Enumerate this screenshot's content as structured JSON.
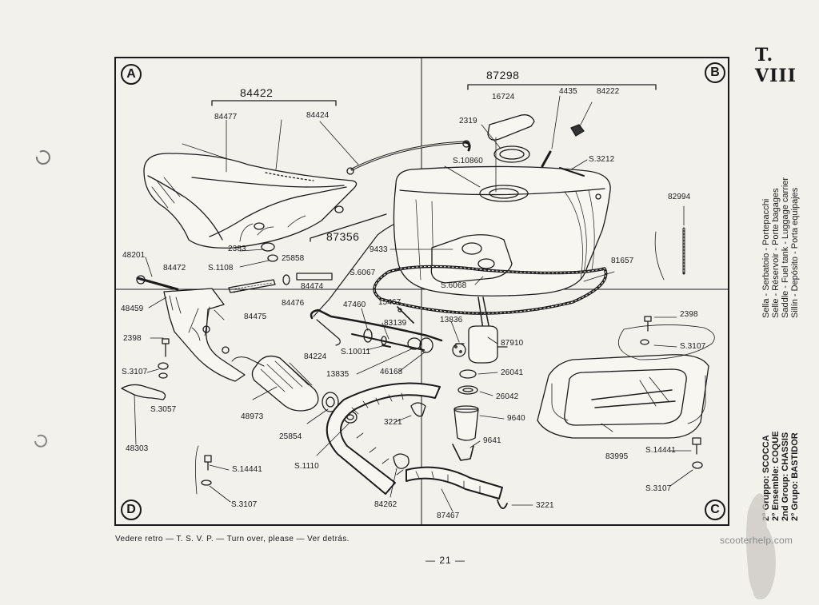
{
  "plate": {
    "title": "T. VIII",
    "footer": "Vedere retro — T. S. V. P. — Turn over, please — Ver detrás.",
    "page_number": "— 21 —",
    "watermark": "scooterhelp.com",
    "description_lines": [
      "Sella - Serbatoio - Portepacchi",
      "Selle - Réservoir - Porte bagages",
      "Saddle - Fuel tank - Luggage carrier",
      "Sillín - Depósito - Porta equipajes"
    ],
    "group_lines": [
      "2° Gruppo: SCOCCA",
      "2° Ensemble: COQUE",
      "2nd Group: CHASSIS",
      "2° Grupo: BASTIDOR"
    ]
  },
  "quadrants": {
    "a": "A",
    "b": "B",
    "c": "C",
    "d": "D"
  },
  "group_headers": {
    "saddle": "84422",
    "tank": "87298",
    "carrier_frame": "87356"
  },
  "parts": {
    "p84477": "84477",
    "p84424": "84424",
    "p2383": "2383",
    "p25858": "25858",
    "pS1108": "S.1108",
    "p48201": "48201",
    "p84472": "84472",
    "p48459": "48459",
    "p84474": "84474",
    "p84476": "84476",
    "p84475": "84475",
    "p2398a": "2398",
    "pS3107a": "S.3107",
    "pS3057": "S.3057",
    "p48303": "48303",
    "p48973": "48973",
    "p25854": "25854",
    "pS1110": "S.1110",
    "pS14441a": "S.14441",
    "pS3107b": "S.3107",
    "p16724": "16724",
    "p4435": "4435",
    "p84222": "84222",
    "p2319": "2319",
    "pS10860": "S.10860",
    "pS3212": "S.3212",
    "p82994": "82994",
    "p9433": "9433",
    "pS6067": "S.6067",
    "p81657": "81657",
    "pS6068": "S.6068",
    "p47460": "47460",
    "p15467": "15467",
    "p83139": "83139",
    "p13836": "13836",
    "pS10011": "S.10011",
    "p84224": "84224",
    "p13835": "13835",
    "p46168": "46168",
    "p87910": "87910",
    "p26041": "26041",
    "p26042": "26042",
    "p3221a": "3221",
    "p9640": "9640",
    "p9641": "9641",
    "p84262": "84262",
    "p87467": "87467",
    "p3221b": "3221",
    "p2398b": "2398",
    "pS3107c": "S.3107",
    "p83995": "83995",
    "pS14441b": "S.14441",
    "pS3107d": "S.3107"
  }
}
